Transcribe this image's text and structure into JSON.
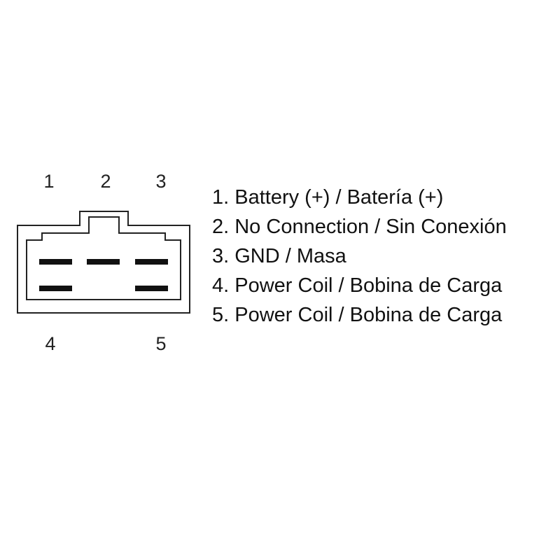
{
  "connector": {
    "pins_top": [
      "1",
      "2",
      "3"
    ],
    "pins_bottom": [
      "4",
      "5"
    ]
  },
  "legend": [
    "1. Battery (+) / Batería (+)",
    "2. No Connection / Sin Conexión",
    "3. GND / Masa",
    "4. Power Coil / Bobina de Carga",
    "5. Power Coil / Bobina de Carga"
  ],
  "colors": {
    "line": "#222222",
    "terminal": "#111111",
    "background": "#ffffff"
  }
}
